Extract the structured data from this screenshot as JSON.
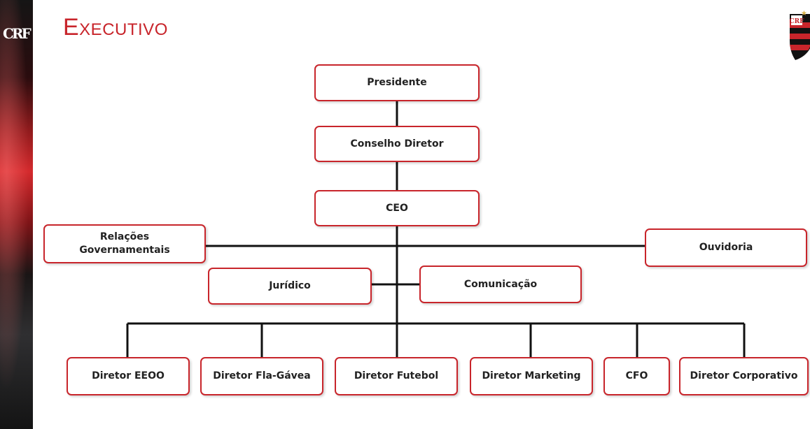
{
  "page": {
    "title": "Executivo"
  },
  "org_chart": {
    "presidente": "Presidente",
    "conselho": "Conselho Diretor",
    "ceo": "CEO",
    "relacoes": "Relações Governamentais",
    "ouvidoria": "Ouvidoria",
    "juridico": "Jurídico",
    "comunicacao": "Comunicação",
    "diretores": [
      "Diretor EEOO",
      "Diretor Fla-Gávea",
      "Diretor Futebol",
      "Diretor Marketing",
      "CFO",
      "Diretor Corporativo"
    ]
  },
  "colors": {
    "accent": "#c8252b",
    "line": "#111111",
    "text": "#222222"
  }
}
